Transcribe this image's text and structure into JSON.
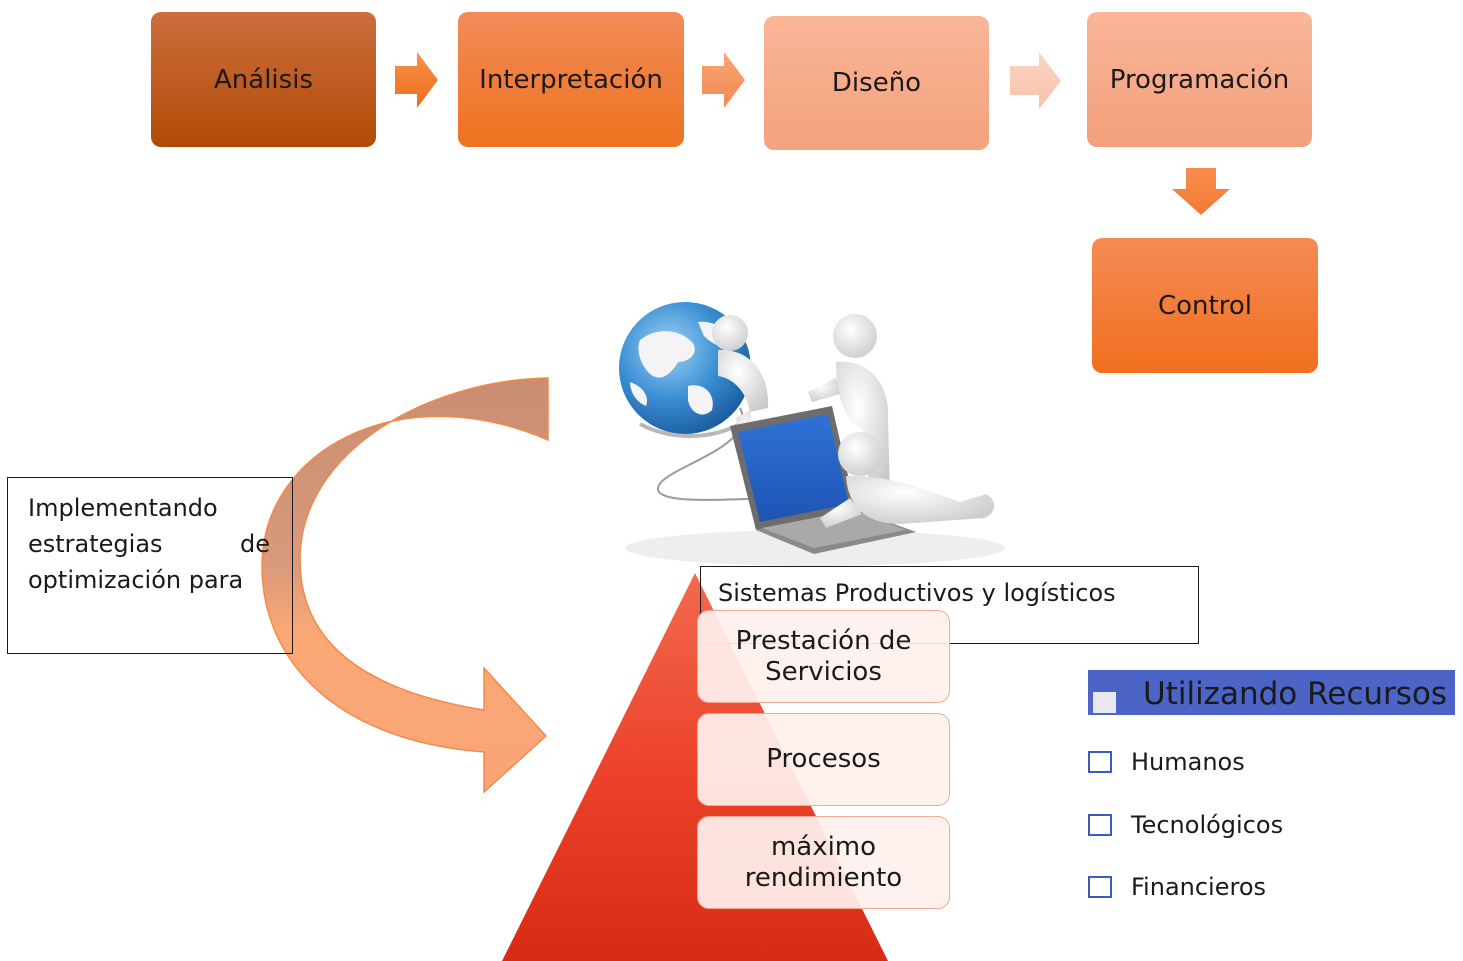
{
  "process": {
    "steps": [
      {
        "label": "Análisis"
      },
      {
        "label": "Interpretación"
      },
      {
        "label": "Diseño"
      },
      {
        "label": "Programación"
      },
      {
        "label": "Control"
      }
    ]
  },
  "left_box": {
    "text": "Implementando estrategias de optimización para"
  },
  "systems_label": "Sistemas Productivos y logísticos",
  "pyramid": {
    "levels": [
      {
        "label": "Prestación de Servicios"
      },
      {
        "label": "Procesos"
      },
      {
        "label": "máximo rendimiento"
      }
    ]
  },
  "resources": {
    "title": "Utilizando Recursos",
    "items": [
      {
        "label": "Humanos"
      },
      {
        "label": "Tecnológicos"
      },
      {
        "label": "Financieros"
      }
    ]
  },
  "colors": {
    "step_1": "#b24a06",
    "step_2": "#ee721f",
    "step_3": "#f3a27c",
    "step_4": "#f2a07c",
    "step_5": "#f06f1f",
    "pyramid": "#e03a1e",
    "curved_arrow": "#f7a77a",
    "resources_header": "#4b64c6",
    "checkbox_border": "#3a5cc0"
  },
  "icons": {
    "illustration": "globe-laptop-teamwork-illustration"
  }
}
